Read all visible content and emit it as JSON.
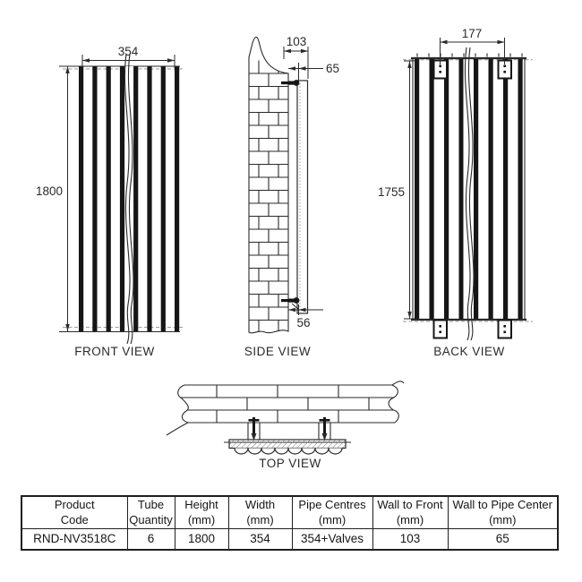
{
  "drawing": {
    "front": {
      "label": "FRONT VIEW",
      "dim_width": "354",
      "dim_height": "1800"
    },
    "side": {
      "label": "SIDE VIEW",
      "dim_wall_to_front": "103",
      "dim_wall_to_pipe_center": "65",
      "dim_bottom_pipe": "56"
    },
    "back": {
      "label": "BACK VIEW",
      "dim_bracket_centres": "177",
      "dim_height": "1755"
    },
    "top": {
      "label": "TOP VIEW"
    }
  },
  "spec_table": {
    "columns": [
      {
        "line1": "Product",
        "line2": "Code"
      },
      {
        "line1": "Tube",
        "line2": "Quantity"
      },
      {
        "line1": "Height",
        "line2": "(mm)"
      },
      {
        "line1": "Width",
        "line2": "(mm)"
      },
      {
        "line1": "Pipe Centres",
        "line2": "(mm)"
      },
      {
        "line1": "Wall to Front",
        "line2": "(mm)"
      },
      {
        "line1": "Wall to Pipe Center",
        "line2": "(mm)"
      }
    ],
    "row": {
      "product_code": "RND-NV3518C",
      "tube_quantity": "6",
      "height_mm": "1800",
      "width_mm": "354",
      "pipe_centres_mm": "354+Valves",
      "wall_to_front_mm": "103",
      "wall_to_pipe_center_mm": "65"
    }
  },
  "colors": {
    "line": "#2a2a2a",
    "dashed_line": "#9b9b9b",
    "background": "#ffffff"
  }
}
